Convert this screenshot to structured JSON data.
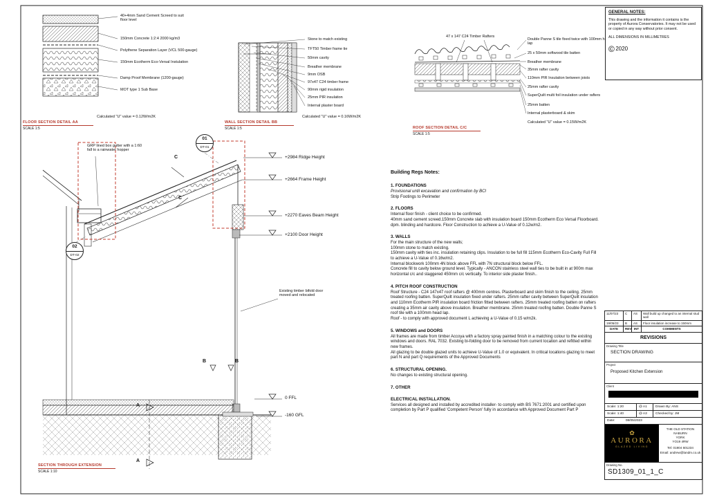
{
  "colors": {
    "accent_red": "#b5372a",
    "logo_gold": "#c9a441"
  },
  "general_notes": {
    "title": "GENERAL NOTES:",
    "body": "This drawing and the information it contains is the property of Aurora Conservatories. It may not be used or copied in any way without prior consent.",
    "dims": "ALL DIMENSIONS IN MILLIMETRES",
    "copyright_symbol": "©",
    "copyright_year": "2020"
  },
  "floor_detail": {
    "labels": [
      "40+4mm Sand Cement Screed to suit floor level",
      "150mm Concrete 1:2:4 2000 kg/m3",
      "Polythene Separation Layer (VCL 500-gauge)",
      "150mm Ecotherm Eco-Versal Instulation",
      "Damp Proof Membrane (1200-gauge)",
      "MOT type 1 Sub Base"
    ],
    "u_value": "Calculated \"U\" value  = 0.12W/m2K",
    "title": "FLOOR SECTION DETAIL AA",
    "scale": "SCALE 1:5"
  },
  "wall_detail": {
    "labels": [
      "Stone to match existing",
      "TFT50 Timber frame tie",
      "50mm cavity",
      "Breather membrane",
      "9mm OSB",
      "97x47 C24 timber frame",
      "90mm rigid insulation",
      "25mm PIR insulation",
      "Internal plaster board"
    ],
    "u_value": "Calculated \"U\" value  = 0.16W/m2K",
    "title": "WALL SECTION DETAIL BB",
    "scale": "SCALE 1:5"
  },
  "roof_detail": {
    "rafter_label": "47 x 147 C24 Timber Rafters",
    "labels": [
      "Double Panne S tile fixed twice with 100mm head lap",
      "25 x 50mm softwood tile batten",
      "Breather membrane",
      "35mm rafter cavity",
      "110mm PIR Insulation between joists",
      "25mm rafter cavity",
      "SuperQuilt multi foil insulation under rafters",
      "25mm batten",
      "Internal plasterboard & skim"
    ],
    "u_value": "Calculated \"U\" value  = 0.15W/m2K",
    "title": "ROOF SECTION DETAIL C/C",
    "scale": "SCALE 1:5"
  },
  "section": {
    "gutter_note": "GRP lined box gutter with a 1:60 fall to a rainwater hopper",
    "door_note": "Existing timber bifold door moved and relocated",
    "levels": [
      "+2984 Ridge Height",
      "+2664 Frame Height",
      "+2270 Eaves Beam Height",
      "+2100 Door Height",
      "0 FFL",
      "-160 GFL"
    ],
    "marker1_num": "01",
    "marker1_ref": "DT-01",
    "marker2_num": "02",
    "marker2_ref": "DT-02",
    "letter_c": "C",
    "letter_b": "B",
    "letter_a": "A",
    "title": "SECTION THROUGH EXTENSION",
    "scale": "SCALE 1:10"
  },
  "regs": {
    "title": "Building Regs Notes:",
    "foundations_heading": "1. FOUNDATIONS",
    "foundations_em": "Provisional until excavation and confirmation by BCI",
    "foundations_rest": "Strip Footings to Perimeter",
    "sections": [
      {
        "heading": "2. FLOORS",
        "body": "Internal floor finish - client choice to be confirmed.\n40mm sand cement screed.150mm Concrete slab with insulation board 150mm Ecotherm Eco Versal Floorboard. dpm. blinding and hardcore. Floor Construction to achieve a  U-Value of 0.12w/m2."
      },
      {
        "heading": "3. WALLS",
        "body": "For the main structure of the new walls;\n100mm stone to match existing.\n150mm cavity with ties inc. insulation retaining clips. Insulation to be full fill 115mm Ecotherm Eco-Cavity Full Fill to achieve a U-Value of 0.16w/m2.\nInternal blockwork 100mm 4N block above FFL with 7N structural block below FFL.\nConcrete fill to cavity below ground level. Typically - ANCON stainless steel wall ties to be built in at 900m max horizontal c/c and staggered 450mm c/c vertically. To interior side plaster finish.."
      },
      {
        "heading": "4. PITCH ROOF CONSTRUCTION",
        "body": "Roof Structure - C24 147x47 roof rafters @ 400mm centres. Plasterboard and skim finish to the ceiling. 25mm treated roofing batten. SuperQuilt insulation fixed under rafters. 25mm rafter cavity between SuperQuilt insulation and 110mm Ecotherm PIR insulation board friction fitted between rafters. 25mm treated roofing batten on rafters creating a 35mm air cavity above insulation. Breather membrane. 25mm treated roofing batten. Double Panne S roof tile with a 100mm head lap.\nRoof - to comply with approved document L achieving a U-Value of 0.15 w/m2k."
      },
      {
        "heading": "5. WINDOWS and DOORS",
        "body": "All frames are made from timber Accoya with a factory spray painted finish in a matching colour to the existing windows and doors. RAL 7032. Existing bi-folding door to be removed from current location and refitted within new frames.\nAll glazing to be double glazed units to achieve U-Value of 1.0 or equivalent. In critical locations glazing to meet part N and part Q requirements of the Approved Documents"
      },
      {
        "heading": "6. STRUCTURAL OPENING.",
        "body": "No changes to existing structural opening."
      },
      {
        "heading": "7. OTHER",
        "body": ""
      },
      {
        "heading": "ELECTRICAL INSTALLATION.",
        "body": "Services all designed and installed by accredited installer- to comply with BS 7671:2001 and certified upon completion by  Part P qualified 'Competent Person' fully in accordance with Approved Document Part P"
      }
    ]
  },
  "title_block": {
    "revisions": {
      "rows": [
        {
          "date": "11/07/23",
          "rev": "C",
          "int": "AS",
          "comment": "Wall build up changed to an internal stud wall"
        },
        {
          "date": "19/05/23",
          "rev": "B",
          "int": "AS",
          "comment": "Floor insulation increase to 150mm"
        }
      ],
      "headers": {
        "date": "DATE",
        "rev": "REV",
        "int": "INT",
        "comments": "COMMENTS"
      },
      "label": "REVISIONS"
    },
    "drawing_title_label": "Drawing Title",
    "drawing_title": "SECTION DRAWING",
    "project_label": "Project",
    "project": "Proposed Kitchen Extension",
    "client_label": "Client",
    "scales": {
      "label": "Scale:",
      "v1": "1:20",
      "a1": "@ A1",
      "v2": "1:40",
      "a3": "@ A3"
    },
    "drawn": {
      "label": "Drawn By:",
      "value": "ANS"
    },
    "checked": {
      "label": "Checked by:",
      "value": "JM"
    },
    "date": {
      "label": "Date:",
      "value": "08/05/2023"
    },
    "company_name": "AURORA",
    "company_tagline": "GLAZED LIVING",
    "address_lines": [
      "THE OLD STATION",
      "NABURN",
      "YORK",
      "YO19 4RW"
    ],
    "tel": "Tel: 01904 601234",
    "email": "Email: andrew@landm.co.uk",
    "drawing_no_label": "Drawing No.",
    "drawing_no": "SD1309_01_1_C"
  }
}
